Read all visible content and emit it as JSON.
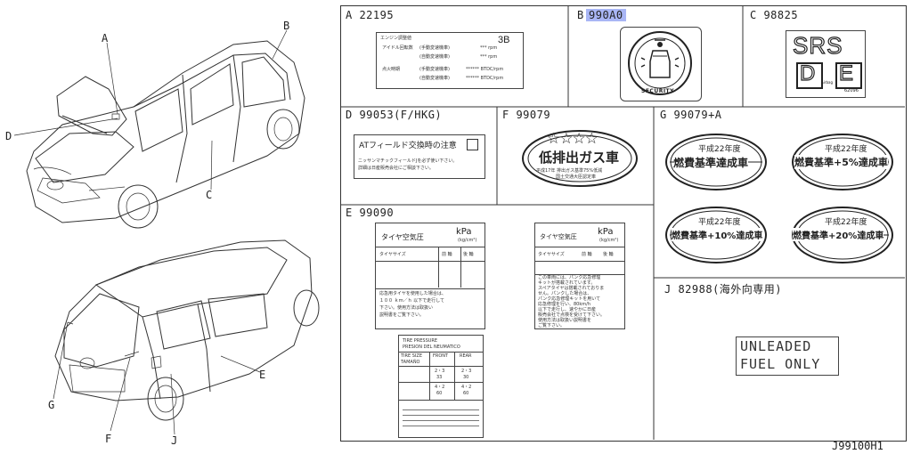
{
  "callouts": {
    "a": "A",
    "b": "B",
    "c": "C",
    "d": "D",
    "e": "E",
    "f": "F",
    "g": "G",
    "j": "J"
  },
  "panels": {
    "a": {
      "part": "A 22195",
      "rows": [
        [
          "エンジン調整値",
          "",
          ""
        ],
        [
          "アイドル回転数",
          "(手動変速機車)",
          "*** rpm"
        ],
        [
          "",
          "(自動変速機車)",
          "*** rpm"
        ],
        [
          "点火時期",
          "(手動変速機車)",
          "****** BTDC/rpm"
        ],
        [
          "",
          "(自動変速機車)",
          "****** BTDC/rpm"
        ]
      ],
      "code": "3B"
    },
    "b": {
      "part_prefix": "B",
      "part_no": "990A0",
      "caption": "SECURITY"
    },
    "c": {
      "part": "C 98825",
      "line1": "SRS",
      "line2a": "D",
      "line2b": "E",
      "small": "Airbag",
      "code": "62096"
    },
    "d": {
      "part": "D 99053(F/HKG)",
      "title": "ATフィールド交換時の注意",
      "body1": "ニッサンマチックフィールドJを必ず使い下さい。",
      "body2": "詳細は日産販売会社にご相談下さい。"
    },
    "f": {
      "part": "F 99079",
      "stars": "☆☆☆☆",
      "main": "低排出ガス車",
      "sub1": "平成17年 排出ガス基準75%低減",
      "sub2": "国土交通大臣認定車"
    },
    "g": {
      "part": "G 99079+A",
      "badges": [
        {
          "year": "平成22年度",
          "text": "燃費基準達成車"
        },
        {
          "year": "平成22年度",
          "text": "燃費基準+5%達成車"
        },
        {
          "year": "平成22年度",
          "text": "燃費基準+10%達成車"
        },
        {
          "year": "平成22年度",
          "text": "燃費基準+20%達成車"
        }
      ]
    },
    "e": {
      "part": "E 99090",
      "card1": {
        "title": "タイヤ空気圧",
        "unit": "kPa",
        "unit_sub": "(kg/cm²)",
        "h1": "タイヤサイズ",
        "h2": "前 輪",
        "h3": "後 輪",
        "note": [
          "応急用タイヤを使用した場合は、",
          "１００ ｋｍ／ｈ 以下で走行して",
          "下さい。使用方法は取扱い",
          "説明書をご覧下さい。"
        ]
      },
      "card2": {
        "title": "タイヤ空気圧",
        "unit": "kPa",
        "unit_sub": "(kg/cm²)",
        "h1": "タイヤサイズ",
        "h2": "前 輪",
        "h3": "後 輪",
        "note": [
          "この車両には、パンク応急修理",
          "キットが搭載されています。",
          "スペアタイヤは搭載されておりま",
          "せん。パンクした場合は、",
          "パンク応急修理キットを用いて",
          "応急修理を行い、80km/h",
          "以下で走行し、速やかに日産",
          "販売会社で点検を受けて下さい。",
          "使用方法は取扱い説明書を",
          "ご覧下さい。"
        ]
      },
      "card3": {
        "l1": "TIRE PRESSURE",
        "l2": "PRESION DEL NEUMATICO",
        "h1": "TIRE SIZE",
        "h1b": "TAMAÑO",
        "h2": "FRONT",
        "h3": "REAR",
        "r1a": "2・3",
        "r1b": "33",
        "r1c": "2・3",
        "r1d": "30",
        "r2a": "4・2",
        "r2b": "60",
        "r2c": "4・2",
        "r2d": "60"
      }
    },
    "j": {
      "part": "J 82988(海外向専用)",
      "line1": "UNLEADED",
      "line2": "FUEL ONLY"
    }
  },
  "figure_code": "J99100H1"
}
